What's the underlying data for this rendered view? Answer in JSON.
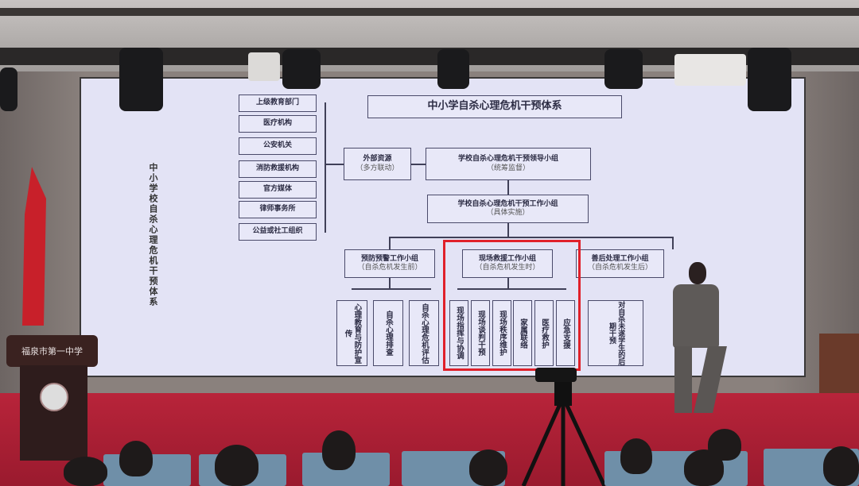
{
  "slide": {
    "vertical_title": "中小学校自杀心理危机干预体系",
    "title": "中小学自杀心理危机干预体系",
    "external_list": [
      "上级教育部门",
      "医疗机构",
      "公安机关",
      "消防救援机构",
      "官方媒体",
      "律师事务所",
      "公益或社工组织"
    ],
    "external": {
      "title": "外部资源",
      "sub": "（多方联动）"
    },
    "leader": {
      "title": "学校自杀心理危机干预领导小组",
      "sub": "（统筹监督）"
    },
    "work": {
      "title": "学校自杀心理危机干预工作小组",
      "sub": "（具体实施）"
    },
    "groups": [
      {
        "title": "预防预警工作小组",
        "sub": "（自杀危机发生前）",
        "tasks": [
          "心理教育与防护宣传",
          "自杀心理排查",
          "自杀心理危机评估"
        ]
      },
      {
        "title": "现场救援工作小组",
        "sub": "（自杀危机发生时）",
        "tasks": [
          "现场指挥与协调",
          "现场谈判干预",
          "现场秩序维护",
          "家属联络",
          "医疗救护",
          "应急支援"
        ]
      },
      {
        "title": "善后处理工作小组",
        "sub": "（自杀危机发生后）",
        "tasks": [
          "对自杀未遂学生的后期干预"
        ]
      }
    ],
    "highlight_color": "#e0202a"
  },
  "podium": {
    "sign": "福泉市第一中学"
  }
}
